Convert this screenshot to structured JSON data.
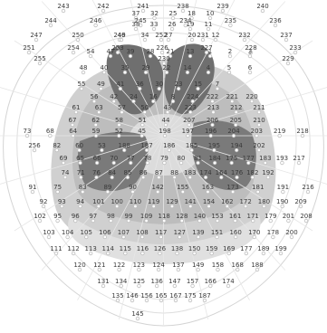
{
  "diagram": {
    "electrode_labels": [
      "243",
      "242",
      "241",
      "238",
      "239",
      "240",
      "244",
      "246",
      "245",
      "234",
      "235",
      "236",
      "247",
      "250",
      "249",
      "252",
      "231",
      "232",
      "237",
      "251",
      "254",
      "253",
      "226",
      "227",
      "228",
      "233",
      "255",
      "230",
      "229",
      "37",
      "32",
      "25",
      "18",
      "10",
      "38",
      "33",
      "26",
      "19",
      "11",
      "46",
      "34",
      "27",
      "20",
      "12",
      "54",
      "47",
      "39",
      "28",
      "21",
      "13",
      "1",
      "2",
      "3",
      "48",
      "40",
      "35",
      "29",
      "22",
      "14",
      "4",
      "5",
      "6",
      "55",
      "49",
      "41",
      "36",
      "30",
      "23",
      "15",
      "7",
      "56",
      "42",
      "24",
      "16",
      "8",
      "224",
      "222",
      "221",
      "220",
      "61",
      "63",
      "57",
      "50",
      "43",
      "223",
      "213",
      "212",
      "211",
      "67",
      "62",
      "58",
      "51",
      "44",
      "207",
      "206",
      "205",
      "210",
      "73",
      "68",
      "64",
      "59",
      "52",
      "45",
      "198",
      "197",
      "196",
      "204",
      "203",
      "219",
      "218",
      "256",
      "82",
      "60",
      "53",
      "188",
      "187",
      "186",
      "185",
      "195",
      "194",
      "202",
      "69",
      "65",
      "66",
      "70",
      "77",
      "78",
      "79",
      "80",
      "81",
      "184",
      "175",
      "177",
      "183",
      "193",
      "217",
      "74",
      "71",
      "76",
      "84",
      "85",
      "86",
      "87",
      "88",
      "183",
      "174",
      "164",
      "176",
      "182",
      "192",
      "91",
      "75",
      "83",
      "89",
      "90",
      "142",
      "155",
      "163",
      "173",
      "181",
      "191",
      "216",
      "92",
      "93",
      "94",
      "101",
      "100",
      "110",
      "119",
      "129",
      "141",
      "154",
      "162",
      "172",
      "180",
      "190",
      "209",
      "102",
      "95",
      "96",
      "97",
      "98",
      "99",
      "109",
      "118",
      "128",
      "140",
      "153",
      "161",
      "171",
      "179",
      "201",
      "208",
      "103",
      "104",
      "105",
      "106",
      "107",
      "108",
      "117",
      "127",
      "139",
      "151",
      "160",
      "170",
      "178",
      "200",
      "111",
      "112",
      "113",
      "114",
      "115",
      "116",
      "126",
      "138",
      "150",
      "159",
      "169",
      "177",
      "189",
      "199",
      "120",
      "121",
      "122",
      "123",
      "124",
      "137",
      "149",
      "158",
      "168",
      "188",
      "131",
      "134",
      "125",
      "136",
      "147",
      "157",
      "166",
      "174",
      "135",
      "146",
      "156",
      "165",
      "167",
      "175",
      "187",
      "145"
    ]
  }
}
